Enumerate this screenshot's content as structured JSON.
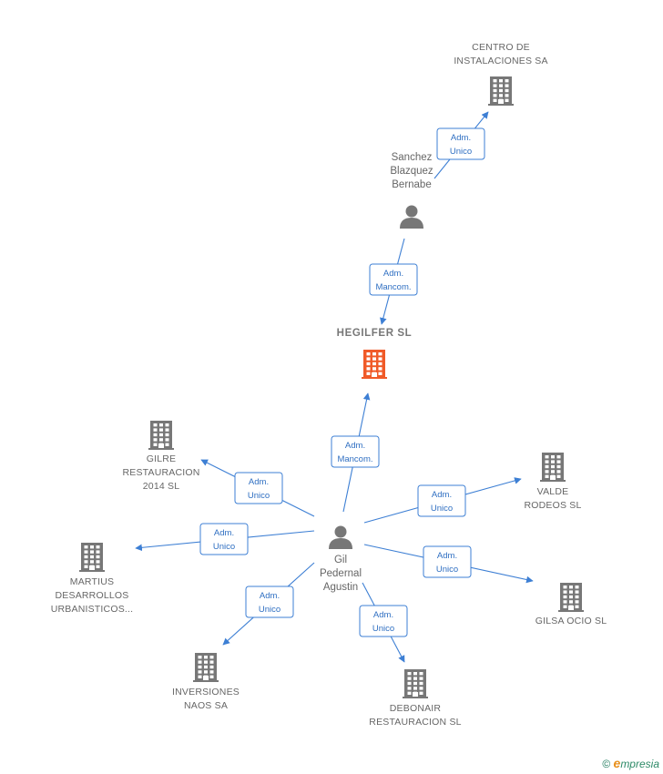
{
  "colors": {
    "edge": "#3d7fd4",
    "company_icon": "#777777",
    "main_icon": "#f05a28",
    "person_icon": "#777777"
  },
  "nodes": [
    {
      "id": "centro",
      "kind": "company",
      "lines": [
        "CENTRO DE",
        "INSTALACIONES SA"
      ],
      "icon": "building-icon"
    },
    {
      "id": "sanchez",
      "kind": "person",
      "lines": [
        "Sanchez",
        "Blazquez",
        "Bernabe"
      ],
      "icon": "person-icon"
    },
    {
      "id": "hegilfer",
      "kind": "main",
      "lines": [
        "HEGILFER  SL"
      ],
      "icon": "building-icon"
    },
    {
      "id": "gil",
      "kind": "person",
      "lines": [
        "Gil",
        "Pedernal",
        "Agustin"
      ],
      "icon": "person-icon"
    },
    {
      "id": "gilre",
      "kind": "company",
      "lines": [
        "GILRE",
        "RESTAURACION",
        "2014  SL"
      ],
      "icon": "building-icon"
    },
    {
      "id": "martius",
      "kind": "company",
      "lines": [
        "MARTIUS",
        "DESARROLLOS",
        "URBANISTICOS..."
      ],
      "icon": "building-icon"
    },
    {
      "id": "inversiones",
      "kind": "company",
      "lines": [
        "INVERSIONES",
        "NAOS SA"
      ],
      "icon": "building-icon"
    },
    {
      "id": "debonair",
      "kind": "company",
      "lines": [
        "DEBONAIR",
        "RESTAURACION SL"
      ],
      "icon": "building-icon"
    },
    {
      "id": "gilsa",
      "kind": "company",
      "lines": [
        "GILSA OCIO SL"
      ],
      "icon": "building-icon"
    },
    {
      "id": "valde",
      "kind": "company",
      "lines": [
        "VALDE",
        "RODEOS  SL"
      ],
      "icon": "building-icon"
    }
  ],
  "edges": [
    {
      "from": "sanchez",
      "to": "centro",
      "label": [
        "Adm.",
        "Unico"
      ]
    },
    {
      "from": "sanchez",
      "to": "hegilfer",
      "label": [
        "Adm.",
        "Mancom."
      ]
    },
    {
      "from": "gil",
      "to": "hegilfer",
      "label": [
        "Adm.",
        "Mancom."
      ]
    },
    {
      "from": "gil",
      "to": "gilre",
      "label": [
        "Adm.",
        "Unico"
      ]
    },
    {
      "from": "gil",
      "to": "martius",
      "label": [
        "Adm.",
        "Unico"
      ]
    },
    {
      "from": "gil",
      "to": "inversiones",
      "label": [
        "Adm.",
        "Unico"
      ]
    },
    {
      "from": "gil",
      "to": "debonair",
      "label": [
        "Adm.",
        "Unico"
      ]
    },
    {
      "from": "gil",
      "to": "gilsa",
      "label": [
        "Adm.",
        "Unico"
      ]
    },
    {
      "from": "gil",
      "to": "valde",
      "label": [
        "Adm.",
        "Unico"
      ]
    }
  ],
  "brand": {
    "copyright": "©",
    "first_letter": "e",
    "rest": "mpresia"
  }
}
